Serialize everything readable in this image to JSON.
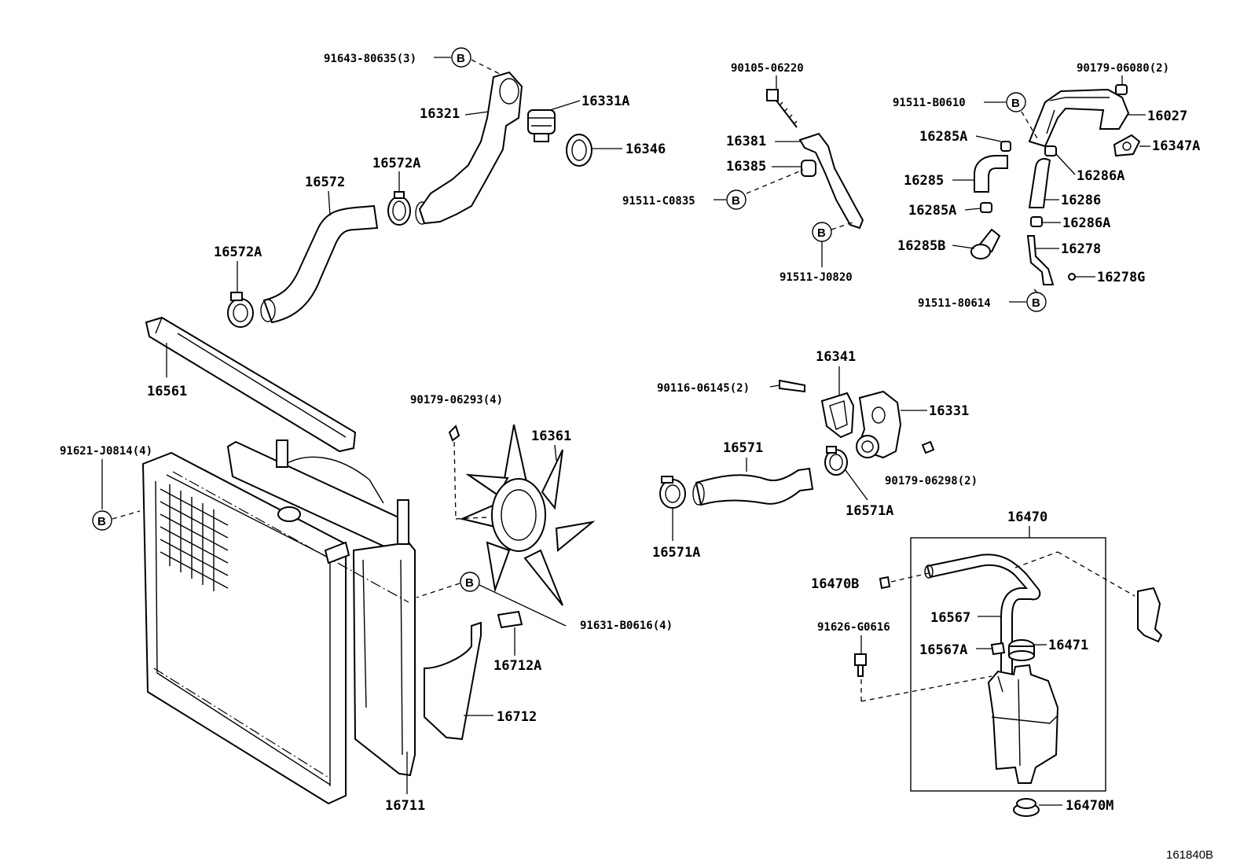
{
  "diagram_id": "161840B",
  "bolt_marker": "B",
  "labels": {
    "p91643": "91643-80635(3)",
    "p16321": "16321",
    "p16331A": "16331A",
    "p16346": "16346",
    "p16572A_top": "16572A",
    "p16572": "16572",
    "p16572A_left": "16572A",
    "p90105": "90105-06220",
    "p16381": "16381",
    "p16385": "16385",
    "p91511C": "91511-C0835",
    "p91511J": "91511-J0820",
    "p90179_06080": "90179-06080(2)",
    "p91511B0610": "91511-B0610",
    "p16027": "16027",
    "p16347A": "16347A",
    "p16285A_1": "16285A",
    "p16286A_1": "16286A",
    "p16285": "16285",
    "p16286": "16286",
    "p16285A_2": "16285A",
    "p16286A_2": "16286A",
    "p16285B": "16285B",
    "p16278": "16278",
    "p16278G": "16278G",
    "p91511_80614": "91511-80614",
    "p16561": "16561",
    "p90179_06293": "90179-06293(4)",
    "p16361": "16361",
    "p91621": "91621-J0814(4)",
    "p16341": "16341",
    "p90116": "90116-06145(2)",
    "p16331": "16331",
    "p16571": "16571",
    "p90179_06298": "90179-06298(2)",
    "p16571A_right": "16571A",
    "p16571A_left": "16571A",
    "p16470": "16470",
    "p16470B": "16470B",
    "p16567": "16567",
    "p91626": "91626-G0616",
    "p16567A": "16567A",
    "p16471": "16471",
    "p91631": "91631-B0616(4)",
    "p16712A": "16712A",
    "p16712": "16712",
    "p16711": "16711",
    "p16470M": "16470M"
  }
}
